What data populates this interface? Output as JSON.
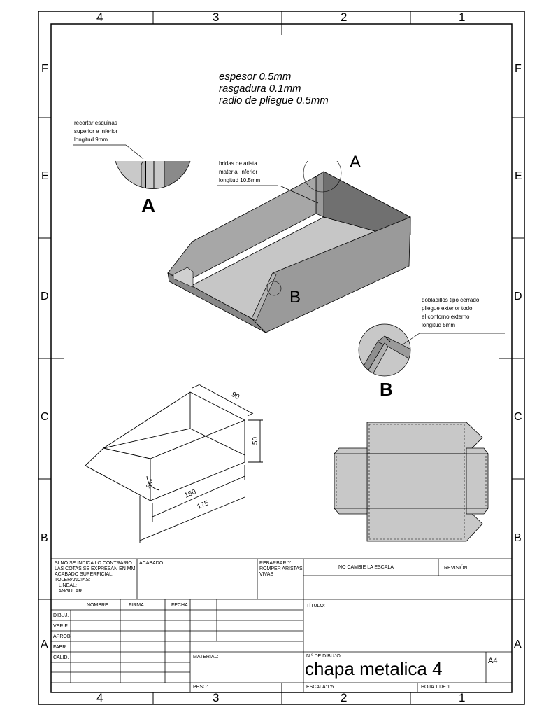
{
  "border": {
    "columns_top": [
      "4",
      "3",
      "2",
      "1"
    ],
    "columns_bottom": [
      "4",
      "3",
      "2",
      "1"
    ],
    "rows_left": [
      "F",
      "E",
      "D",
      "C",
      "B",
      "A"
    ],
    "rows_right": [
      "F",
      "E",
      "D",
      "C",
      "B",
      "A"
    ]
  },
  "notes": {
    "line1": "espesor 0.5mm",
    "line2": "rasgadura 0.1mm",
    "line3": "radio de pliegue 0.5mm"
  },
  "callout_a": {
    "line1": "recortar esquinas",
    "line2": "superior e inferior",
    "line3": "longitud 9mm",
    "label": "A"
  },
  "callout_bridas": {
    "line1": "bridas de arista",
    "line2": "material inferior",
    "line3": "longitud 10.5mm"
  },
  "callout_b": {
    "line1": "dobladillos tipo cerrado",
    "line2": "pliegue exterior todo",
    "line3": "el contorno externo",
    "line4": "longitud 5mm",
    "label": "B"
  },
  "iso_labels": {
    "a": "A",
    "b": "B"
  },
  "dimensions": {
    "d90": "90",
    "d50": "50",
    "d150": "150",
    "d175": "175",
    "angle": "90°"
  },
  "title_block": {
    "general_notes": [
      "SI NO SE INDICA LO CONTRARIO:",
      "LAS COTAS SE EXPRESAN EN MM",
      "ACABADO SUPERFICIAL:",
      "TOLERANCIAS:",
      "   LINEAL:",
      "   ANGULAR:"
    ],
    "acabado": "ACABADO:",
    "rebarbar": [
      "REBARBAR Y",
      "ROMPER ARISTAS",
      "VIVAS"
    ],
    "no_cambie": "NO CAMBIE LA ESCALA",
    "revision": "REVISIÓN",
    "headers": {
      "nombre": "NOMBRE",
      "firma": "FIRMA",
      "fecha": "FECHA"
    },
    "rows": [
      "DIBUJ.",
      "VERIF.",
      "APROB.",
      "FABR.",
      "CALID."
    ],
    "titulo": "TÍTULO:",
    "material": "MATERIAL:",
    "n_dibujo": "N.º DE DIBUJO",
    "drawing_name": "chapa metalica 4",
    "size": "A4",
    "peso": "PESO:",
    "escala": "ESCALA:1:5",
    "hoja": "HOJA 1 DE 1"
  }
}
